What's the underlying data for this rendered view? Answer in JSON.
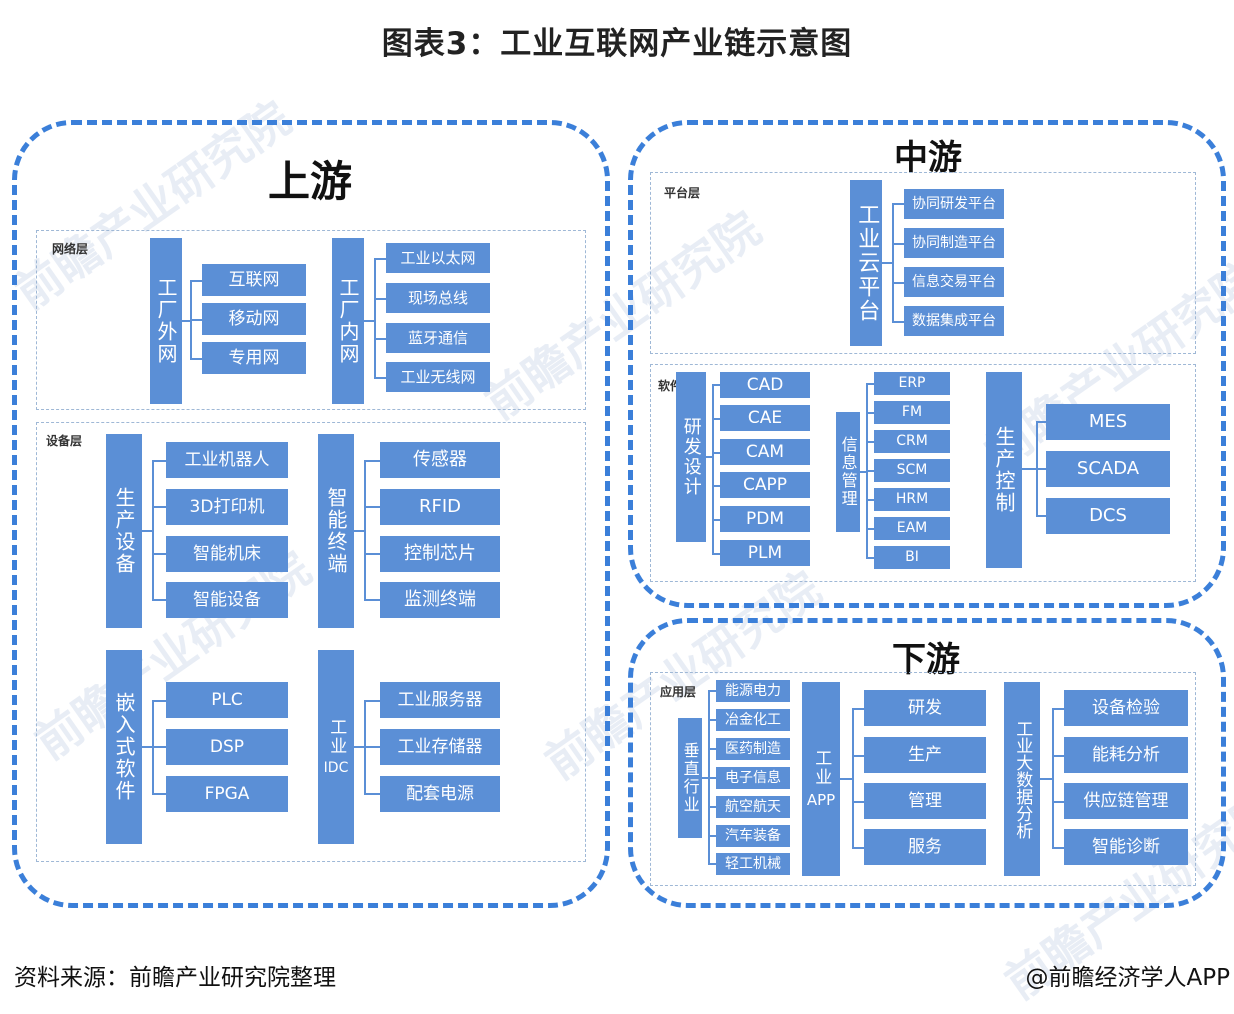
{
  "title": "图表3：工业互联网产业链示意图",
  "watermark_text": "前瞻产业研究院",
  "upstream": {
    "title": "上游",
    "network_layer": {
      "label": "网络层",
      "external": {
        "name": "工厂外网",
        "items": [
          "互联网",
          "移动网",
          "专用网"
        ]
      },
      "internal": {
        "name": "工厂内网",
        "items": [
          "工业以太网",
          "现场总线",
          "蓝牙通信",
          "工业无线网"
        ]
      }
    },
    "equipment_layer": {
      "label": "设备层",
      "production": {
        "name": "生产设备",
        "items": [
          "工业机器人",
          "3D打印机",
          "智能机床",
          "智能设备"
        ]
      },
      "terminal": {
        "name": "智能终端",
        "items": [
          "传感器",
          "RFID",
          "控制芯片",
          "监测终端"
        ]
      },
      "embedded": {
        "name": "嵌入式软件",
        "items": [
          "PLC",
          "DSP",
          "FPGA"
        ]
      },
      "idc": {
        "name1": "工业",
        "name2": "IDC",
        "items": [
          "工业服务器",
          "工业存储器",
          "配套电源"
        ]
      }
    }
  },
  "midstream": {
    "title": "中游",
    "platform_layer": {
      "label": "平台层",
      "cloud": {
        "name": "工业云平台",
        "items": [
          "协同研发平台",
          "协同制造平台",
          "信息交易平台",
          "数据集成平台"
        ]
      }
    },
    "software_layer": {
      "label": "软件层",
      "rd": {
        "name": "研发设计",
        "items": [
          "CAD",
          "CAE",
          "CAM",
          "CAPP",
          "PDM",
          "PLM"
        ]
      },
      "info": {
        "name": "信息管理",
        "items": [
          "ERP",
          "FM",
          "CRM",
          "SCM",
          "HRM",
          "EAM",
          "BI"
        ]
      },
      "control": {
        "name": "生产控制",
        "items": [
          "MES",
          "SCADA",
          "DCS"
        ]
      }
    }
  },
  "downstream": {
    "title": "下游",
    "application_layer": {
      "label": "应用层",
      "vertical": {
        "name": "垂直行业",
        "items": [
          "能源电力",
          "冶金化工",
          "医药制造",
          "电子信息",
          "航空航天",
          "汽车装备",
          "轻工机械"
        ]
      },
      "app": {
        "name1": "工业",
        "name2": "APP",
        "items": [
          "研发",
          "生产",
          "管理",
          "服务"
        ]
      },
      "bigdata": {
        "name": "工业大数据分析",
        "items": [
          "设备检验",
          "能耗分析",
          "供应链管理",
          "智能诊断"
        ]
      }
    }
  },
  "footer": {
    "source": "资料来源：前瞻产业研究院整理",
    "credit": "@前瞻经济学人APP"
  },
  "colors": {
    "accent": "#3b7fd9",
    "box": "#5b8fd6",
    "layer_border": "#9fb8d6"
  }
}
